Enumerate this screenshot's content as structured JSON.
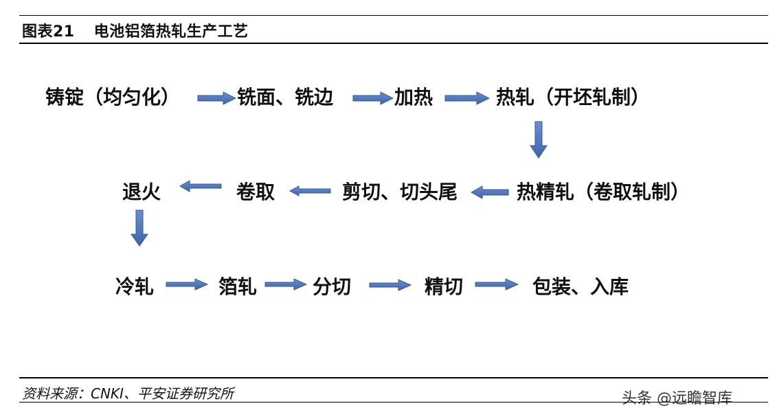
{
  "header": {
    "figure_number": "图表21",
    "title": "电池铝箔热轧生产工艺"
  },
  "flow": {
    "nodes": [
      {
        "id": "casting",
        "text": "铸锭（均匀化）"
      },
      {
        "id": "milling",
        "text": "铣面、铣边"
      },
      {
        "id": "heating",
        "text": "加热"
      },
      {
        "id": "hot-rolling",
        "text": "热轧（开坯轧制）"
      },
      {
        "id": "finish-hot-rolling",
        "text": "热精轧（卷取轧制）"
      },
      {
        "id": "shearing",
        "text": "剪切、切头尾"
      },
      {
        "id": "coiling",
        "text": "卷取"
      },
      {
        "id": "annealing",
        "text": "退火"
      },
      {
        "id": "cold-rolling",
        "text": "冷轧"
      },
      {
        "id": "foil-rolling",
        "text": "箔轧"
      },
      {
        "id": "slitting",
        "text": "分切"
      },
      {
        "id": "fine-cutting",
        "text": "精切"
      },
      {
        "id": "packing",
        "text": "包装、入库"
      }
    ],
    "arrow_color": "#4a72b8"
  },
  "footer": {
    "source": "资料来源：CNKI、平安证券研究所",
    "watermark": "头条 @远瞻智库"
  }
}
